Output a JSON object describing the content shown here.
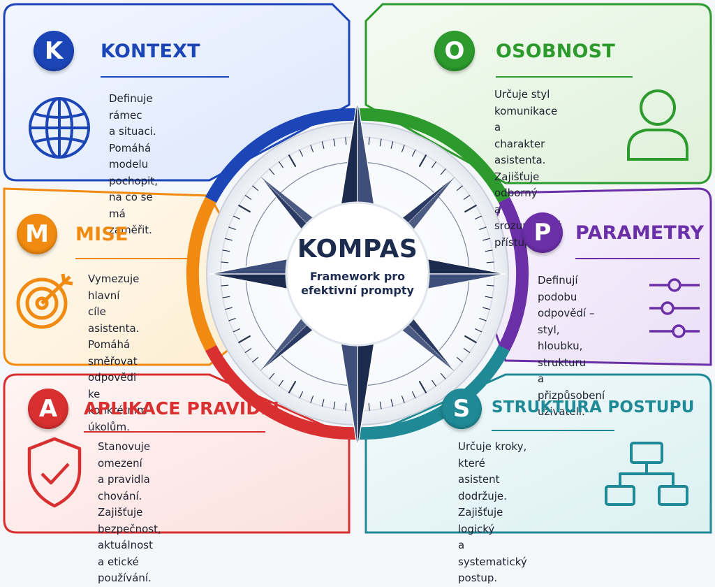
{
  "center": {
    "title": "KOMPAS",
    "subtitle": "Framework pro\nefektivní prompty"
  },
  "colors": {
    "kontext": "#1c46b8",
    "osobnost": "#2c9a2c",
    "mise": "#f08a10",
    "parametry": "#6b2fa8",
    "aplikace": "#d83030",
    "struktura": "#1f8a96",
    "compass_navy": "#1d2b4f"
  },
  "sections": {
    "kontext": {
      "letter": "K",
      "title": "KONTEXT",
      "text": "Definuje rámec\na situaci. Pomáhá\nmodelu pochopit,\nna co se má zaměřit.",
      "icon": "globe-icon"
    },
    "osobnost": {
      "letter": "O",
      "title": "OSOBNOST",
      "text": "Určuje styl\nkomunikace a\ncharakter asistenta.\nZajišťuje odborný\na srozumitelný přístup.",
      "icon": "person-icon"
    },
    "mise": {
      "letter": "M",
      "title": "MISE",
      "text": "Vymezuje hlavní\ncíle asistenta.\nPomáhá směřovat\nodpovědi ke\nkonkrétním úkolům.",
      "icon": "target-icon"
    },
    "parametry": {
      "letter": "P",
      "title": "PARAMETRY",
      "text": "Definují podobu\nodpovědí – styl,\nhloubku, strukturu\na přizpůsobení\nuživateli.",
      "icon": "sliders-icon"
    },
    "aplikace": {
      "letter": "A",
      "title": "APLIKACE PRAVIDEL",
      "text": "Stanovuje omezení\na pravidla chování.\nZajišťuje bezpečnost,\naktuálnost a etické\npoužívání.",
      "icon": "shield-check-icon"
    },
    "struktura": {
      "letter": "S",
      "title": "STRUKTURA POSTUPU",
      "text": "Určuje kroky, které\nasistent dodržuje.\nZajišťuje logický\na systematický\npostup.",
      "icon": "flowchart-icon"
    }
  }
}
